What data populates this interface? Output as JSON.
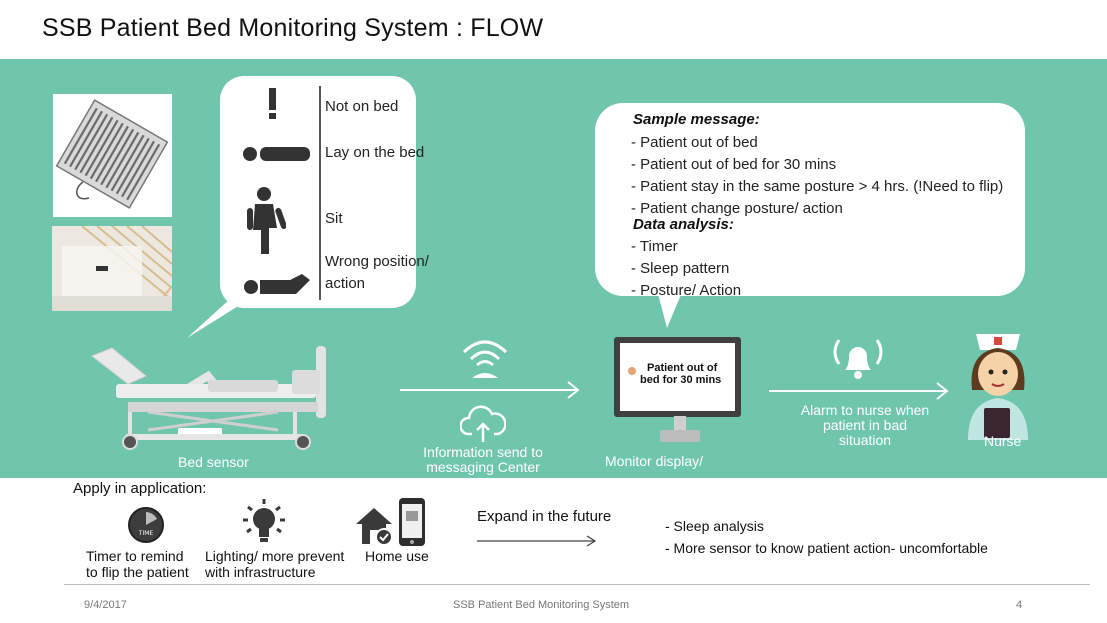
{
  "title": "SSB Patient Bed Monitoring System : FLOW",
  "positions": [
    {
      "label": "Not on bed",
      "icon": "exclamation-icon"
    },
    {
      "label": "Lay on the bed",
      "icon": "lying-person-icon"
    },
    {
      "label": "Sit",
      "icon": "sitting-person-icon"
    },
    {
      "label": "Wrong position/",
      "label2": "action",
      "icon": "wrong-position-icon"
    }
  ],
  "sample": {
    "heading": "Sample message:",
    "lines": [
      "- Patient out of bed",
      "- Patient out of bed for 30 mins",
      "- Patient stay in the same posture > 4 hrs. (!Need to flip)",
      "- Patient change posture/ action"
    ],
    "analysis_heading": "Data analysis:",
    "analysis_lines": [
      "- Timer",
      "- Sleep pattern",
      "- Posture/ Action"
    ]
  },
  "flow": {
    "bed_label": "Bed sensor",
    "info_label_1": "Information send to",
    "info_label_2": "messaging Center",
    "monitor_label": "Monitor display/",
    "monitor_msg_1": "Patient out of",
    "monitor_msg_2": "bed for 30 mins",
    "alarm_label_1": "Alarm to nurse when",
    "alarm_label_2": "patient in bad",
    "alarm_label_3": "situation",
    "nurse_label": "Nurse"
  },
  "apply": {
    "title": "Apply in application:",
    "items": [
      {
        "line1": "Timer to remind",
        "line2": "to flip the patient",
        "icon": "timer-icon"
      },
      {
        "line1": "Lighting/ more prevent",
        "line2": "with infrastructure",
        "icon": "light-bulb-icon"
      },
      {
        "line1": "Home use",
        "line2": "",
        "icon": "home-icon"
      }
    ],
    "expand_label": "Expand in the future",
    "future": [
      "- Sleep analysis",
      "- More sensor to know patient action- uncomfortable"
    ]
  },
  "footer": {
    "date": "9/4/2017",
    "center": "SSB Patient Bed Monitoring System",
    "page": "4"
  },
  "colors": {
    "band": "#70c5ad",
    "text": "#222222",
    "white": "#ffffff"
  }
}
